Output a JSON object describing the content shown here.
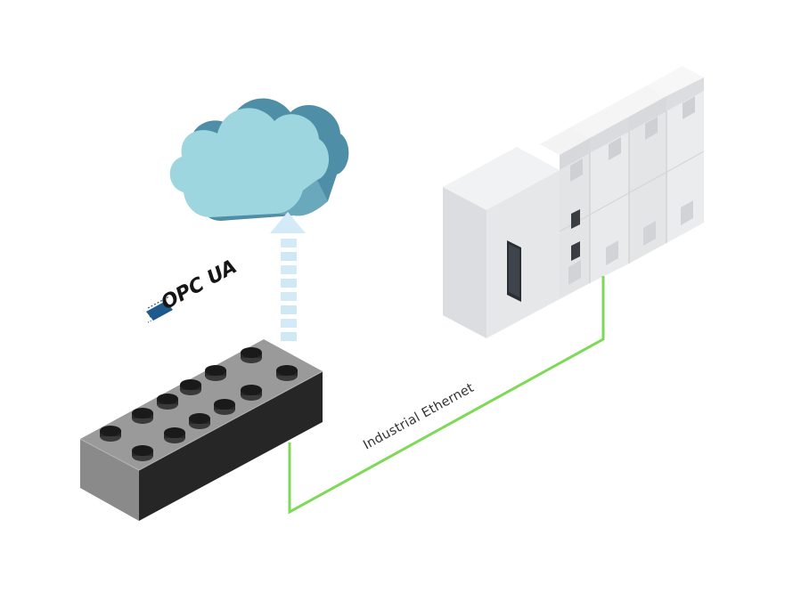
{
  "labels": {
    "connection": "Industrial Ethernet",
    "protocol_logo": "OPC UA"
  },
  "colors": {
    "ethernet_cable": "#7ed957",
    "cloud_top": "#9dd6de",
    "cloud_side": "#4e8ea7",
    "arrow": "#cfe8f6",
    "io_module_top": "#9a9a9a",
    "io_module_front": "#262626",
    "plc_body": "#e9eaec"
  },
  "icons": {
    "cloud": "cloud-icon",
    "upload_arrow": "upload-arrow-icon",
    "io_module": "io-brick-icon",
    "plc": "plc-rack-icon",
    "logo": "opc-ua-logo"
  }
}
